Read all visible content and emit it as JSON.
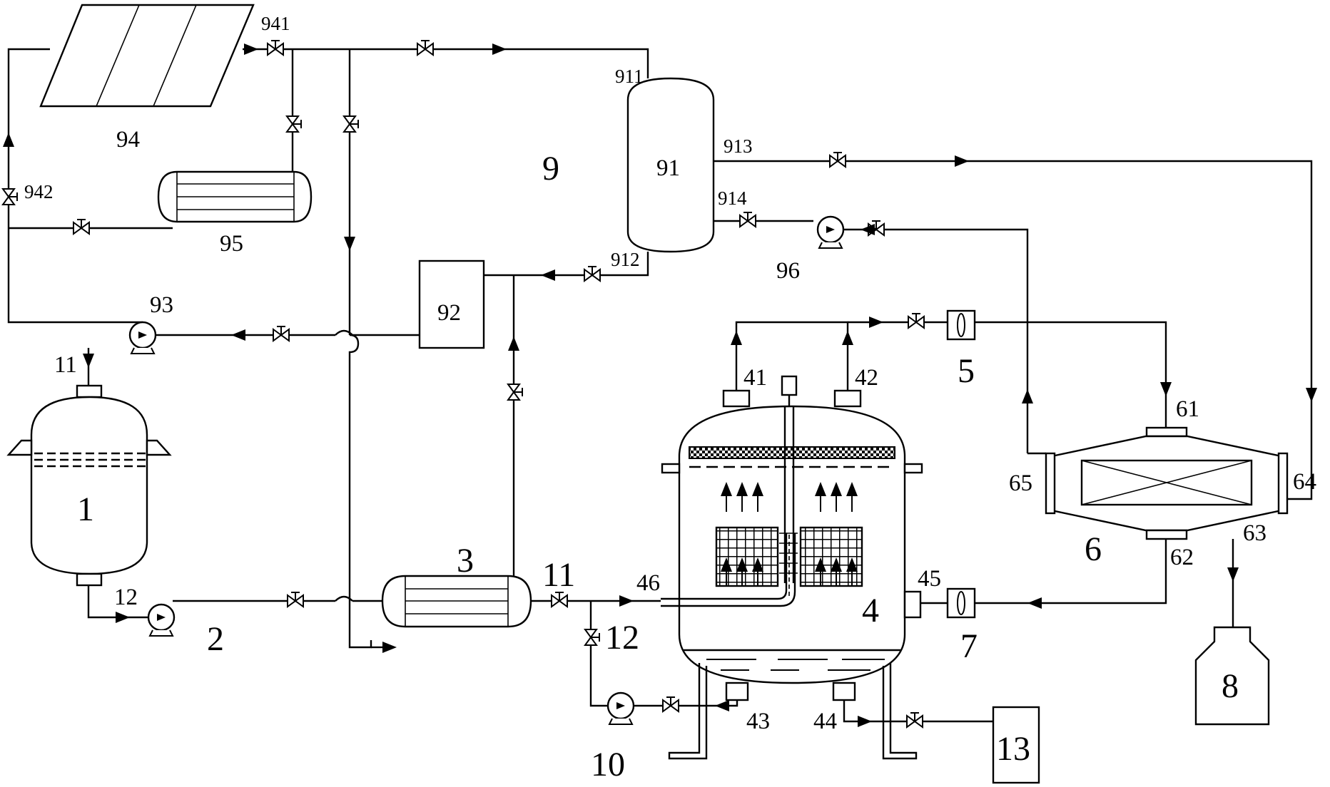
{
  "diagram": {
    "labels": {
      "n1": "1",
      "n2": "2",
      "n3": "3",
      "n4": "4",
      "n5": "5",
      "n6": "6",
      "n7": "7",
      "n8": "8",
      "n9": "9",
      "n10": "10",
      "n11a": "11",
      "n11b": "11",
      "n12a": "12",
      "n12b": "12",
      "n13": "13",
      "n41": "41",
      "n42": "42",
      "n43": "43",
      "n44": "44",
      "n45": "45",
      "n46": "46",
      "n61": "61",
      "n62": "62",
      "n63": "63",
      "n64": "64",
      "n65": "65",
      "n91": "91",
      "n911": "911",
      "n912": "912",
      "n913": "913",
      "n914": "914",
      "n92": "92",
      "n93": "93",
      "n94": "94",
      "n941": "941",
      "n942": "942",
      "n95": "95",
      "n96": "96"
    }
  }
}
